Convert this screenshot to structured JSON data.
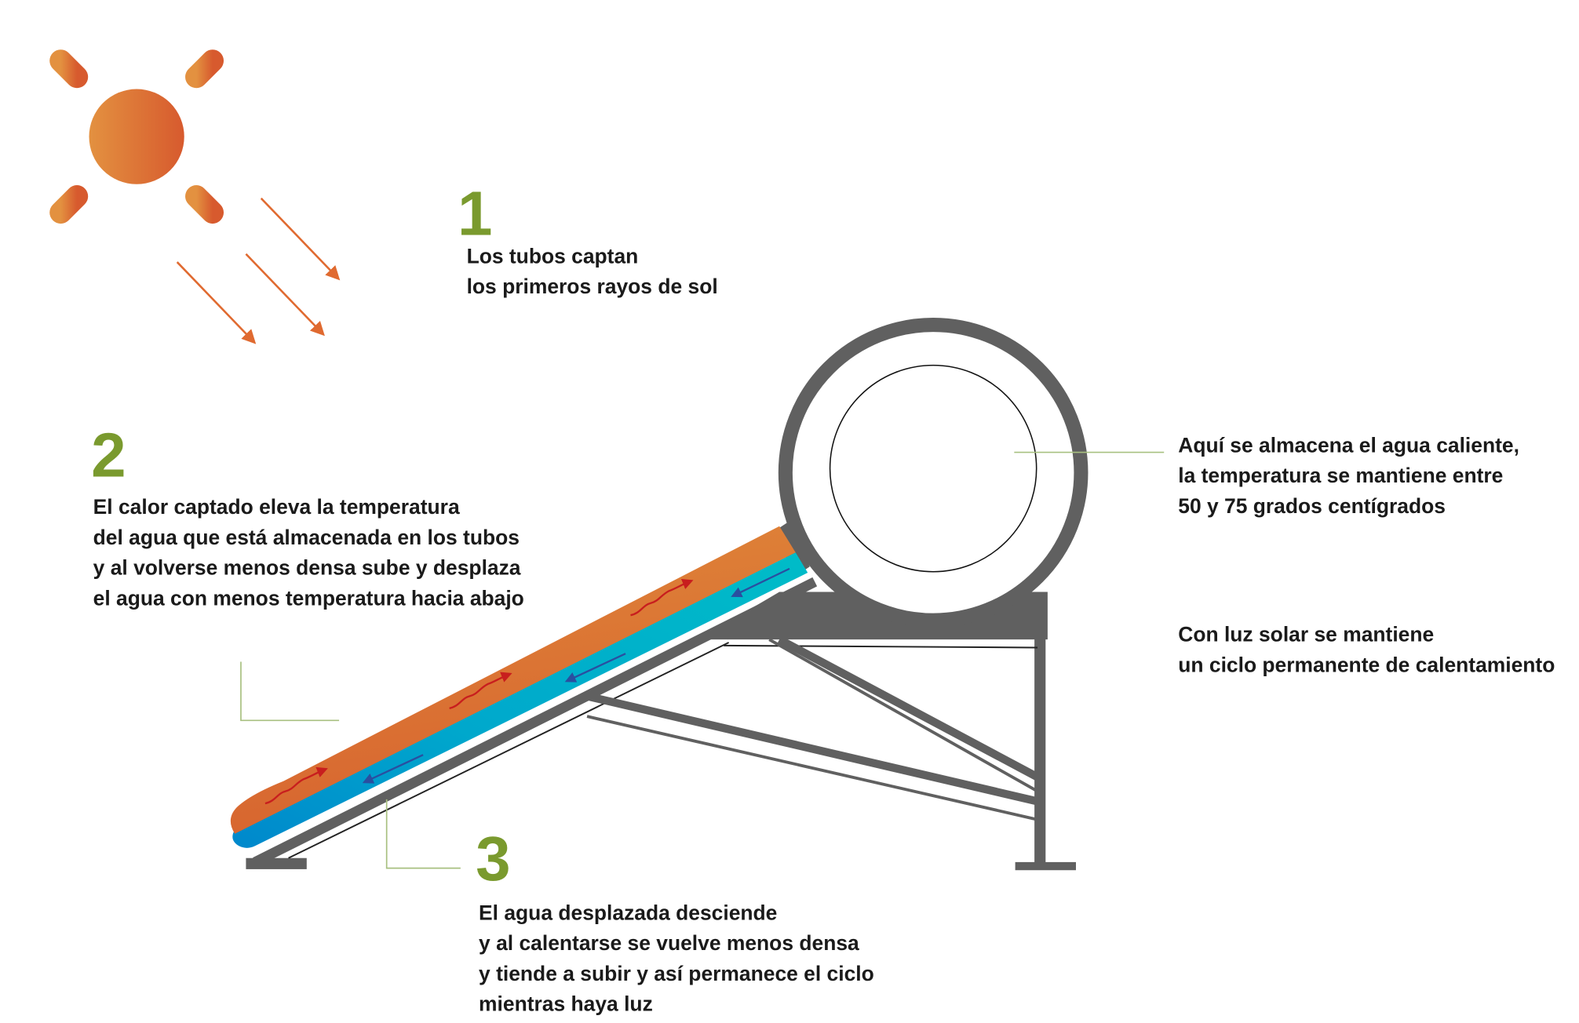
{
  "colors": {
    "sun": "#e08a3a",
    "sun_dark": "#d9622f",
    "green": "#7a9a2e",
    "frame": "#606060",
    "hot": "#df7a35",
    "cold": "#00b2c8",
    "cold_dark": "#0088cc",
    "leader": "#a8c080"
  },
  "step1": {
    "number": "1",
    "lines": [
      "Los tubos captan",
      "los primeros rayos de sol"
    ]
  },
  "step2": {
    "number": "2",
    "lines": [
      "El calor captado eleva la temperatura",
      "del agua que está almacenada en los tubos",
      "y al volverse menos densa sube y desplaza",
      "el agua con menos temperatura hacia abajo"
    ]
  },
  "step3": {
    "number": "3",
    "lines": [
      "El agua desplazada desciende",
      "y al calentarse se vuelve menos densa",
      "y tiende a subir y así permanece el ciclo",
      "mientras haya luz"
    ]
  },
  "tank_note": {
    "lines": [
      "Aquí se almacena el agua caliente,",
      "la temperatura se mantiene entre",
      "50 y 75 grados centígrados"
    ]
  },
  "cycle_note": {
    "lines": [
      "Con luz solar se mantiene",
      "un ciclo permanente de calentamiento"
    ]
  }
}
